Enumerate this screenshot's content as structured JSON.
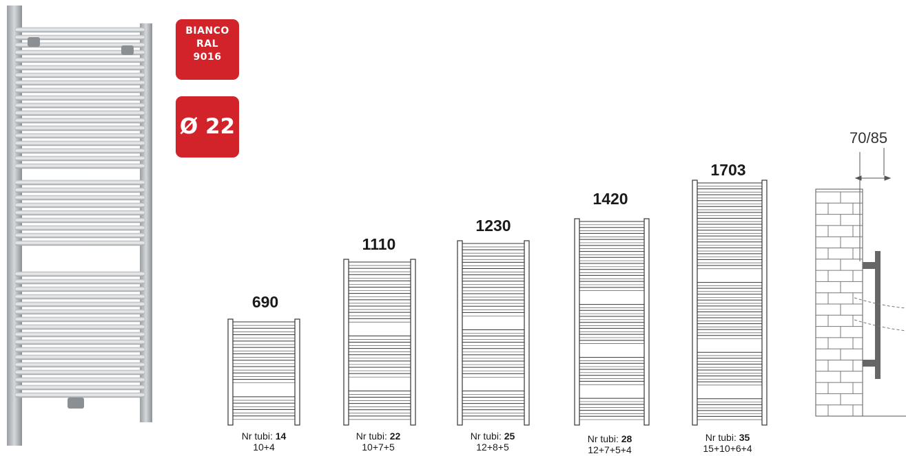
{
  "badges": {
    "color_line1": "BIANCO",
    "color_line2": "RAL",
    "color_line3": "9016",
    "diameter": "Ø 22",
    "accent_color": "#d2232a"
  },
  "models": [
    {
      "height": "690",
      "tubes_label": "Nr tubi:",
      "tubes_count": "14",
      "tubes_split": "10+4"
    },
    {
      "height": "1110",
      "tubes_label": "Nr tubi:",
      "tubes_count": "22",
      "tubes_split": "10+7+5"
    },
    {
      "height": "1230",
      "tubes_label": "Nr tubi:",
      "tubes_count": "25",
      "tubes_split": "12+8+5"
    },
    {
      "height": "1420",
      "tubes_label": "Nr tubi:",
      "tubes_count": "28",
      "tubes_split": "12+7+5+4"
    },
    {
      "height": "1703",
      "tubes_label": "Nr tubi:",
      "tubes_count": "35",
      "tubes_split": "15+10+6+4"
    }
  ],
  "side_view": {
    "wall_distance": "70/85"
  }
}
